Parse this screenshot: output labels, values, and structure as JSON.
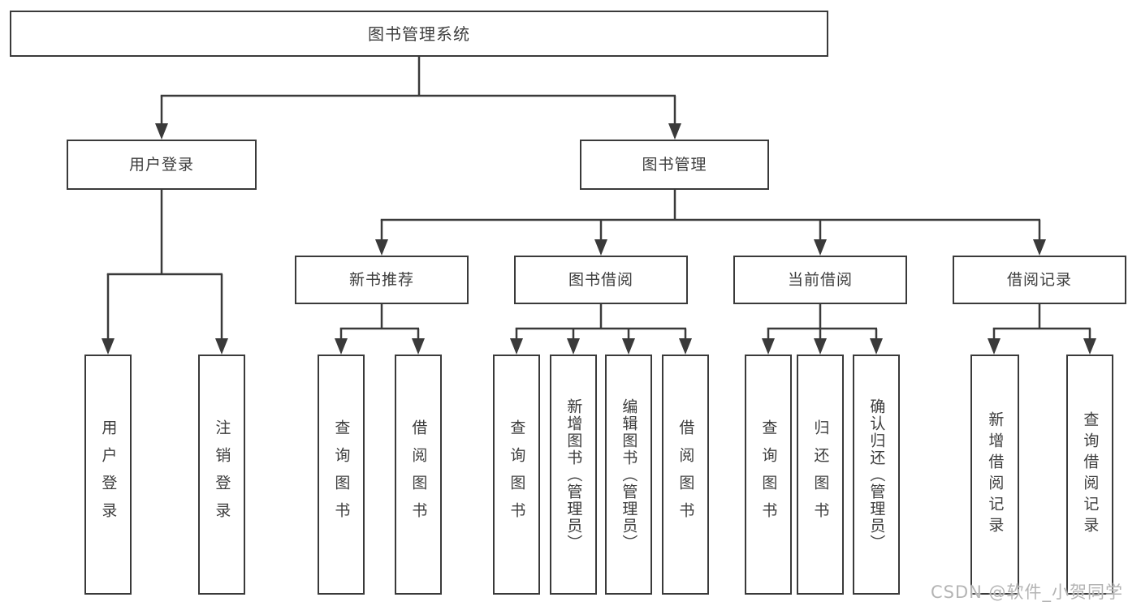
{
  "diagram": {
    "type": "org-hierarchy",
    "title": "图书管理系统",
    "colors": {
      "line": "#3a3a3a",
      "box_border": "#3a3a3a",
      "text": "#3d3d3d",
      "background": "#ffffff",
      "watermark": "#b4b4b4"
    }
  },
  "tree": {
    "label": "图书管理系统",
    "children": [
      {
        "label": "用户登录",
        "children": [
          {
            "label": "用户登录"
          },
          {
            "label": "注销登录"
          }
        ]
      },
      {
        "label": "图书管理",
        "children": [
          {
            "label": "新书推荐",
            "children": [
              {
                "label": "查询图书"
              },
              {
                "label": "借阅图书"
              }
            ]
          },
          {
            "label": "图书借阅",
            "children": [
              {
                "label": "查询图书"
              },
              {
                "label": "新增图书（管理员）"
              },
              {
                "label": "编辑图书（管理员）"
              },
              {
                "label": "借阅图书"
              }
            ]
          },
          {
            "label": "当前借阅",
            "children": [
              {
                "label": "查询图书"
              },
              {
                "label": "归还图书"
              },
              {
                "label": "确认归还（管理员）"
              }
            ]
          },
          {
            "label": "借阅记录",
            "children": [
              {
                "label": "新增借阅记录"
              },
              {
                "label": "查询借阅记录"
              }
            ]
          }
        ]
      }
    ]
  },
  "watermark": {
    "text": "CSDN @软件_小贺同学"
  }
}
